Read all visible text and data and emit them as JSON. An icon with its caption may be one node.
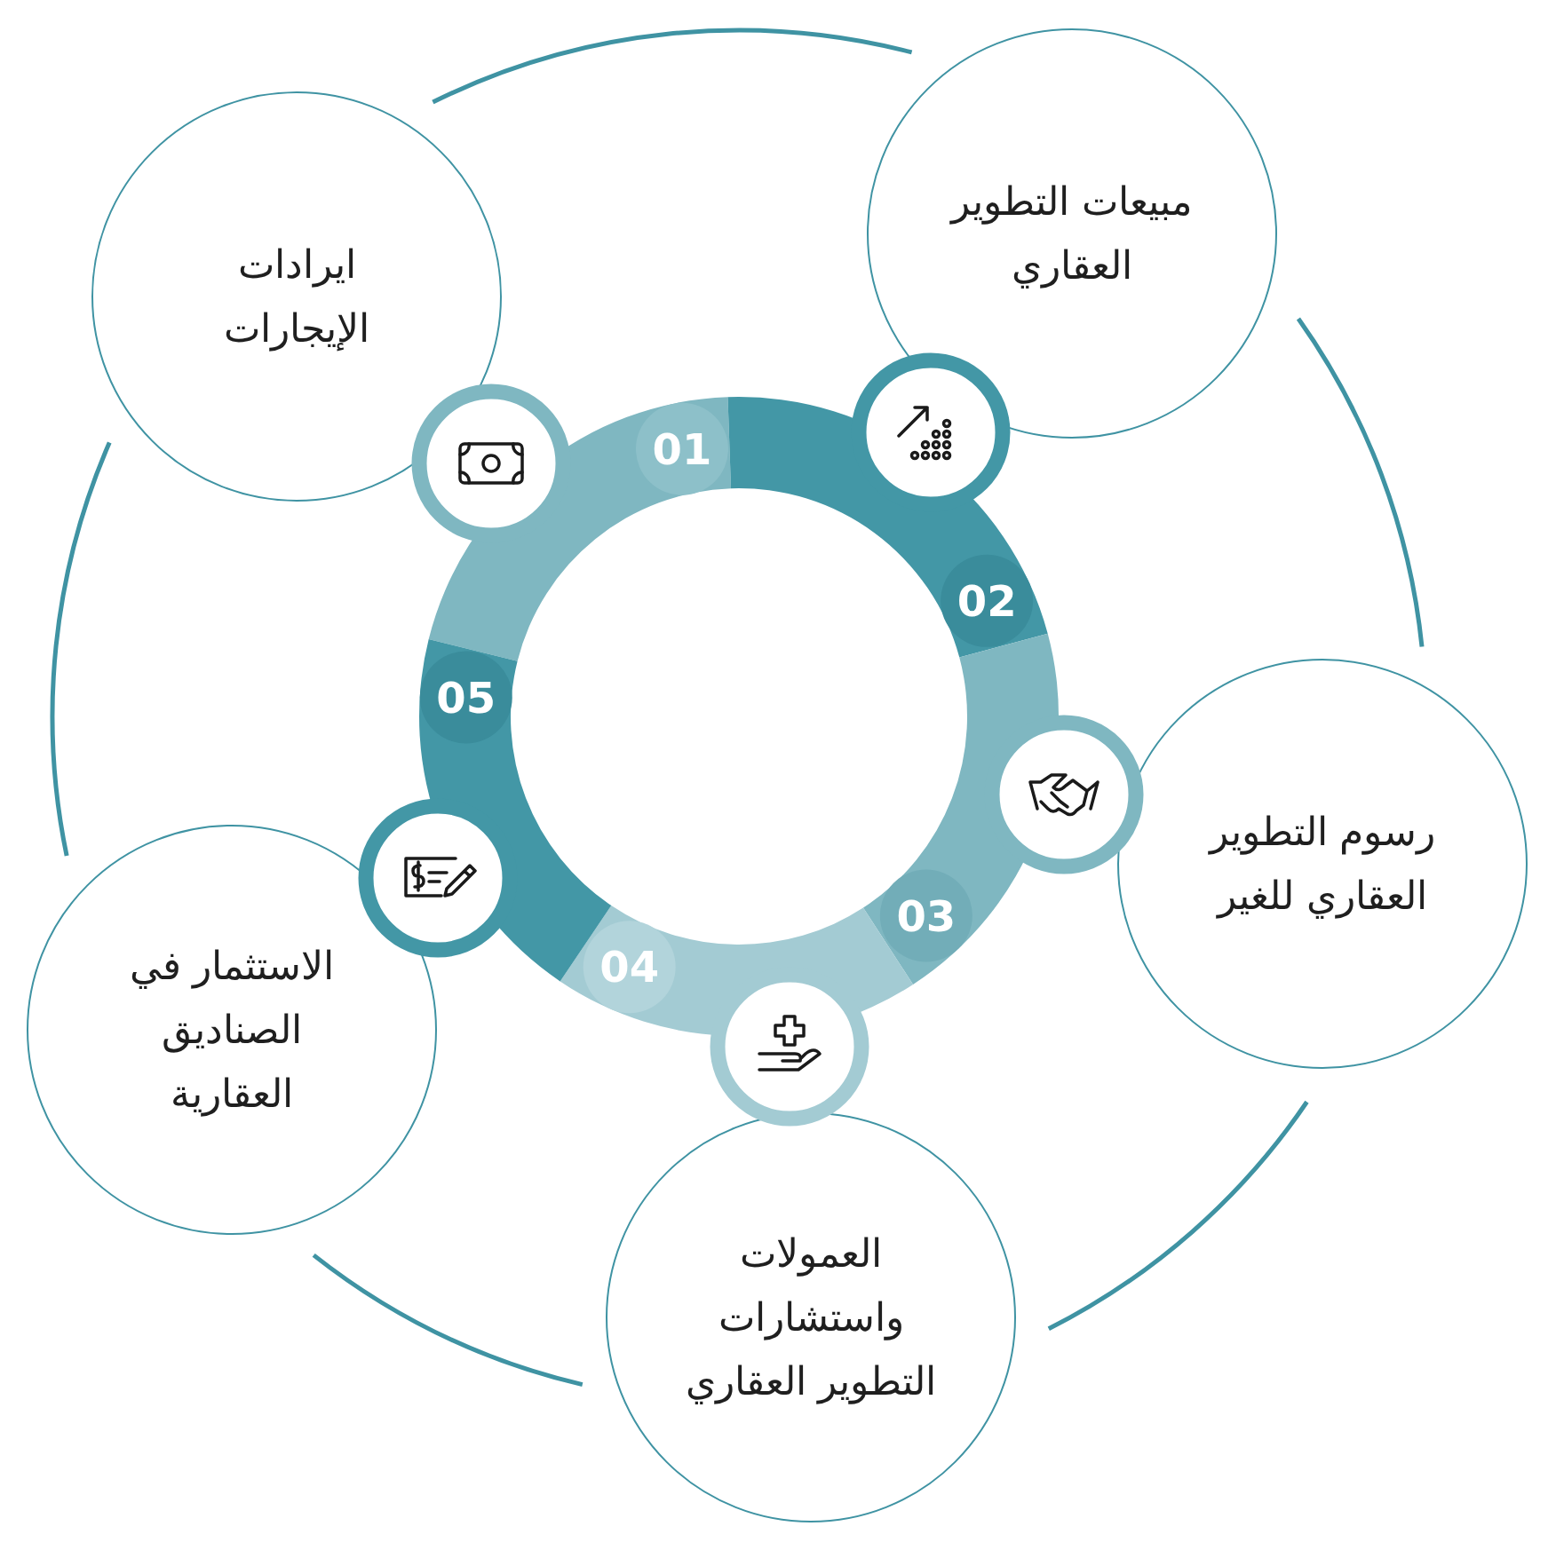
{
  "diagram": {
    "nodes": [
      {
        "text": [
          "ايرادات الإيجارات"
        ]
      },
      {
        "text": [
          "مبيعات التطوير العقاري"
        ]
      },
      {
        "text": [
          "رسوم التطوير العقاري للغير"
        ]
      },
      {
        "text": [
          "العمولات واستشارات التطوير العقاري"
        ]
      },
      {
        "text": [
          "الاستثمار في الصناديق العقارية"
        ]
      }
    ],
    "edges": [],
    "labels": [
      "01",
      "02",
      "03",
      "04",
      "05"
    ]
  }
}
